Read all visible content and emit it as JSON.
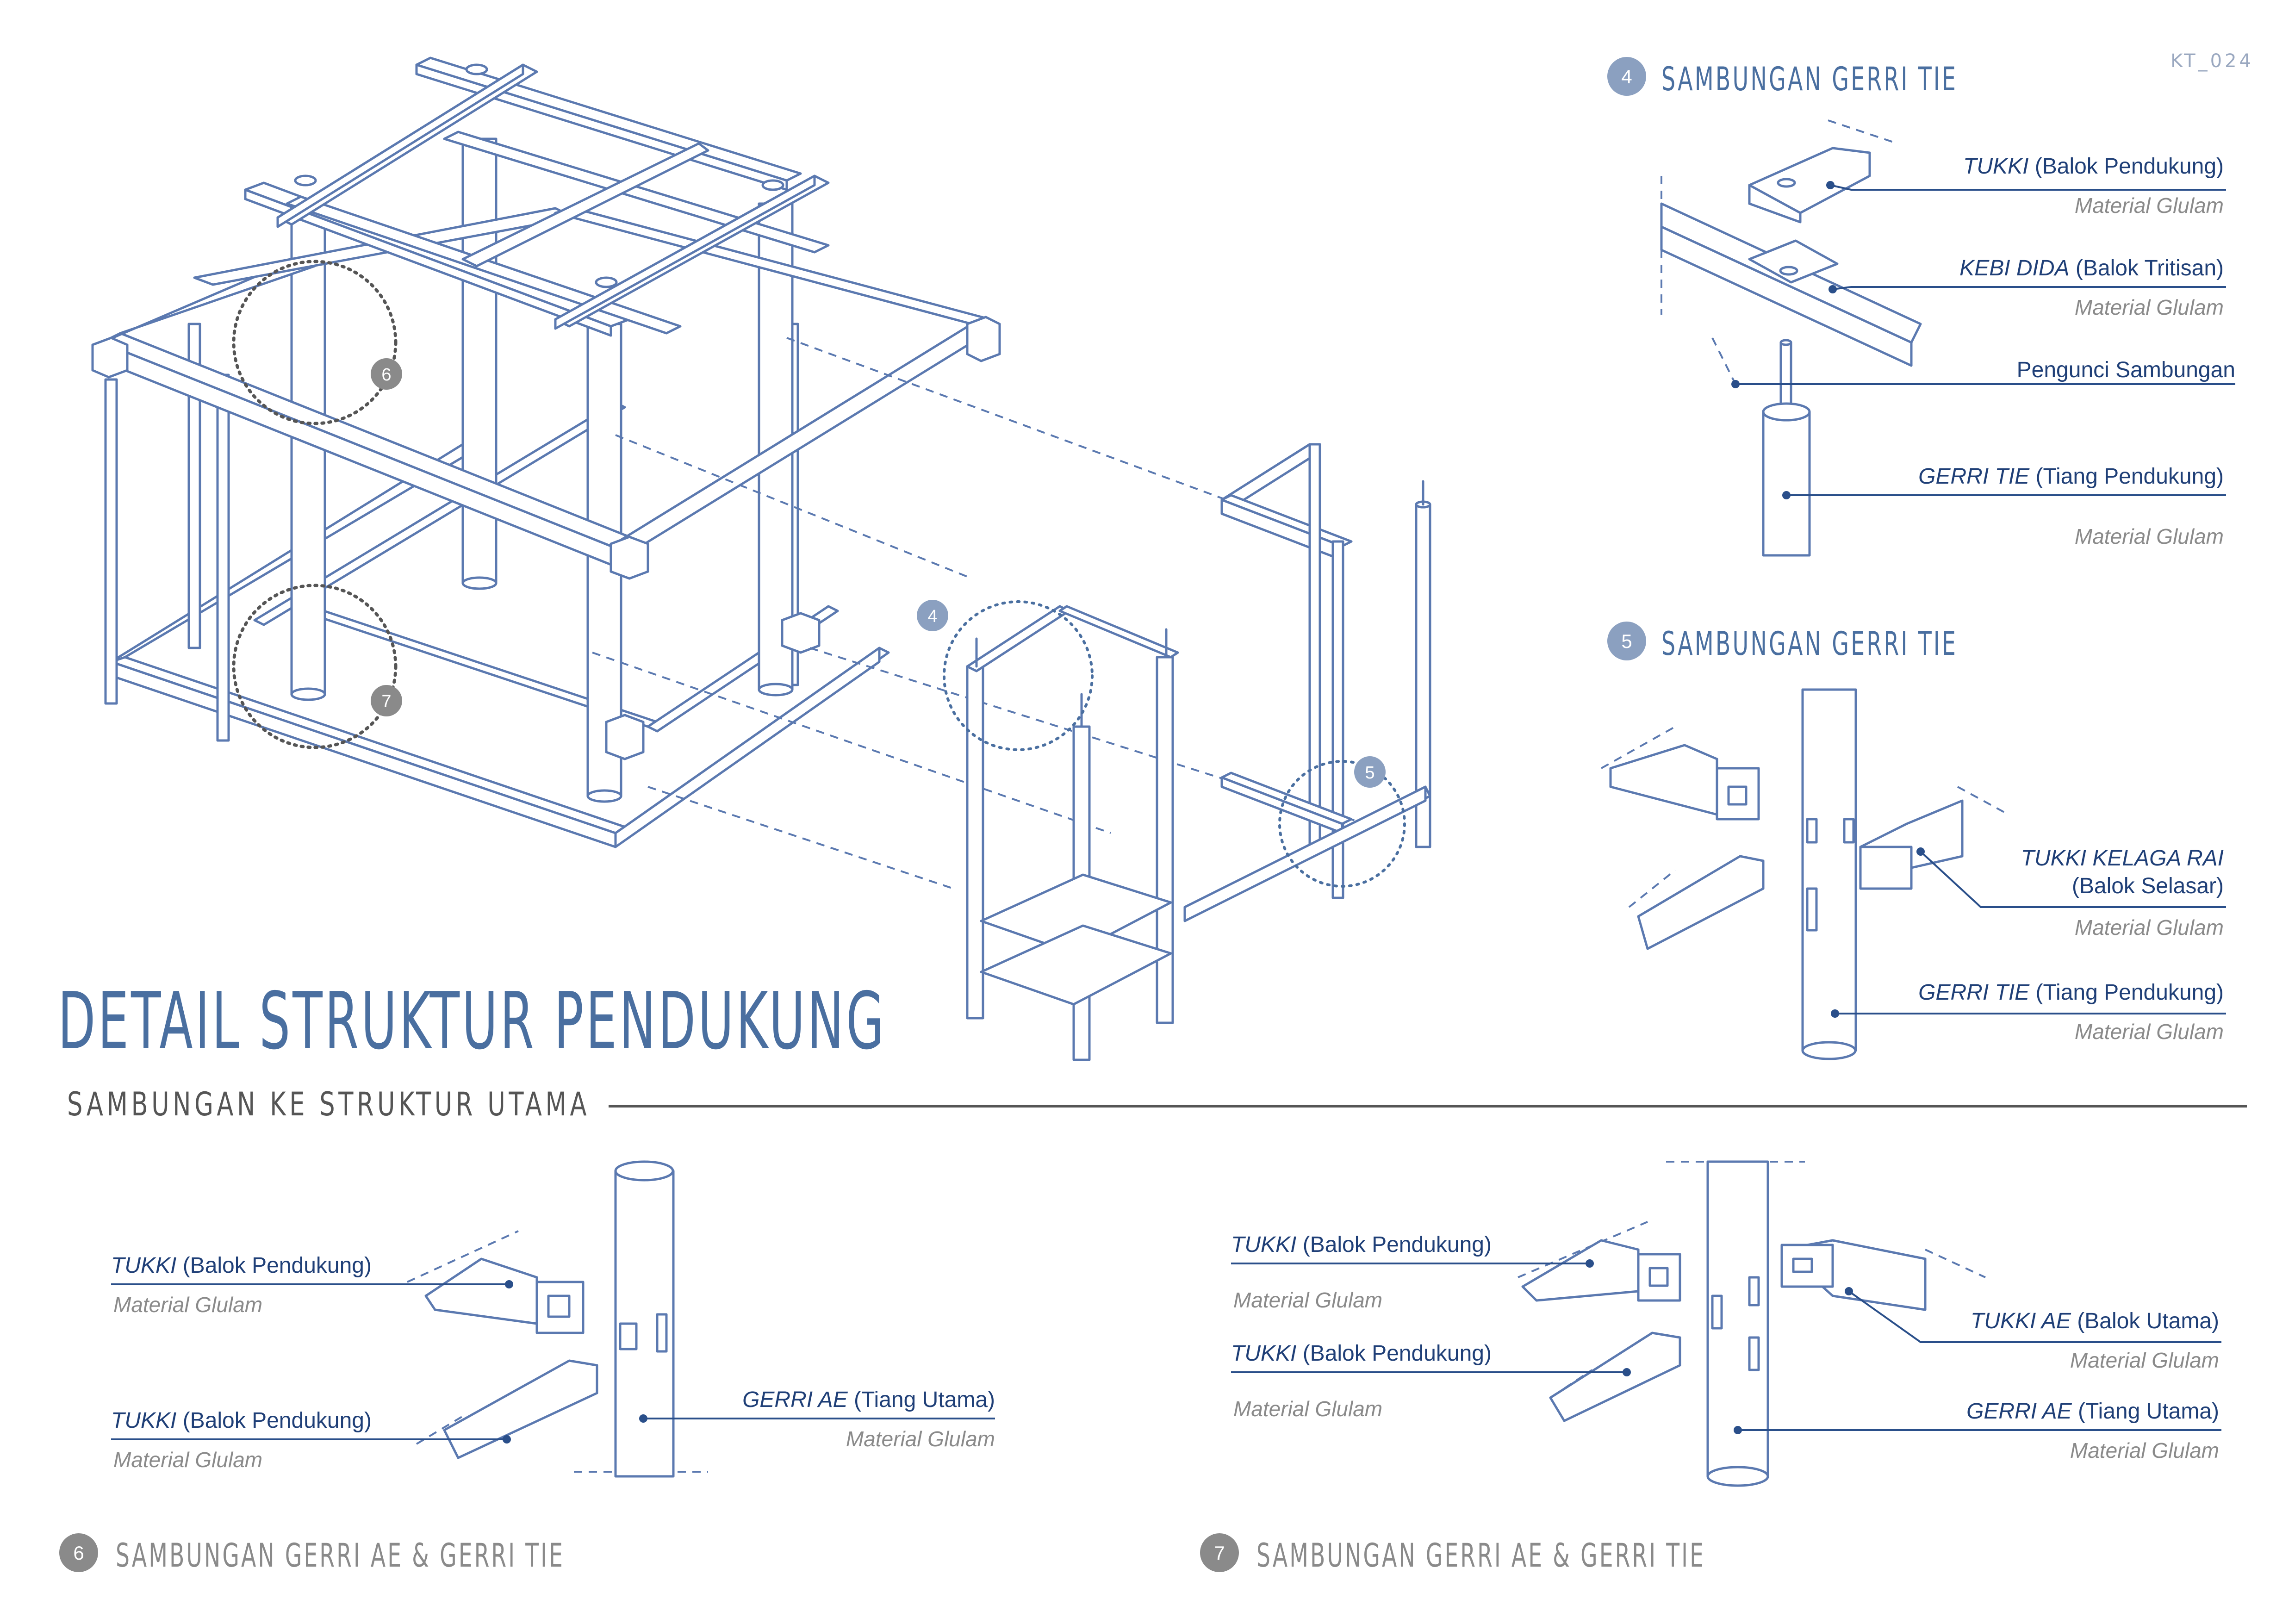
{
  "sheet_code": "KT_024",
  "title": "DETAIL STRUKTUR PENDUKUNG",
  "subtitle": "SAMBUNGAN KE STRUKTUR UTAMA",
  "colors": {
    "blue": "#4a6fa0",
    "dark_blue": "#1f3f77",
    "gray": "#8a8a8a",
    "line": "#5b79b0"
  },
  "markers": {
    "m4": "4",
    "m5": "5",
    "m6": "6",
    "m7": "7"
  },
  "section4": {
    "num": "4",
    "title": "SAMBUNGAN GERRI TIE",
    "labels": [
      {
        "name": "TUKKI",
        "desc": " (Balok Pendukung)",
        "material": "Material Glulam"
      },
      {
        "name": "KEBI  DIDA",
        "desc": " (Balok Tritisan)",
        "material": "Material Glulam"
      },
      {
        "name": "",
        "desc": "Pengunci Sambungan",
        "material": ""
      },
      {
        "name": "GERRI  TIE",
        "desc": " (Tiang Pendukung)",
        "material": "Material Glulam"
      }
    ]
  },
  "section5": {
    "num": "5",
    "title": "SAMBUNGAN GERRI TIE",
    "labels": [
      {
        "name": "TUKKI KELAGA RAI",
        "desc": "(Balok Selasar)",
        "material": "Material Glulam"
      },
      {
        "name": "GERRI  TIE",
        "desc": " (Tiang Pendukung)",
        "material": "Material Glulam"
      }
    ]
  },
  "section6": {
    "num": "6",
    "title": "SAMBUNGAN GERRI AE & GERRI TIE",
    "labels": [
      {
        "name": "TUKKI",
        "desc": " (Balok Pendukung)",
        "material": "Material Glulam"
      },
      {
        "name": "TUKKI",
        "desc": " (Balok Pendukung)",
        "material": "Material Glulam"
      },
      {
        "name": "GERRI  AE",
        "desc": " (Tiang Utama)",
        "material": "Material Glulam"
      }
    ]
  },
  "section7": {
    "num": "7",
    "title": "SAMBUNGAN GERRI AE & GERRI TIE",
    "labels": [
      {
        "name": "TUKKI",
        "desc": " (Balok Pendukung)",
        "material": "Material Glulam"
      },
      {
        "name": "TUKKI",
        "desc": " (Balok Pendukung)",
        "material": "Material Glulam"
      },
      {
        "name": "TUKKI AE",
        "desc": " (Balok Utama)",
        "material": "Material Glulam"
      },
      {
        "name": "GERRI  AE",
        "desc": " (Tiang Utama)",
        "material": "Material Glulam"
      }
    ]
  }
}
